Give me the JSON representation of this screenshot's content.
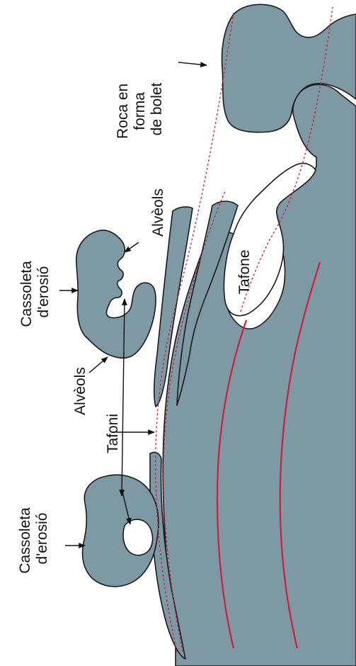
{
  "colors": {
    "rock": "#7d99a3",
    "red_line": "#cf1e39",
    "outline": "#1a1a1a",
    "background": "#ffffff"
  },
  "labels": {
    "roca_en_forma_de_bolet": [
      "Roca en",
      "forma",
      "de bolet"
    ],
    "alveols_top": "Alvèols",
    "tafone": "Tafone",
    "cassoleta_top": [
      "Cassoleta",
      "d'erosió"
    ],
    "alveols_left": "Alvèols",
    "tafoni": "Tafoni",
    "cassoleta_bottom": [
      "Cassoleta",
      "d'erosió"
    ]
  }
}
